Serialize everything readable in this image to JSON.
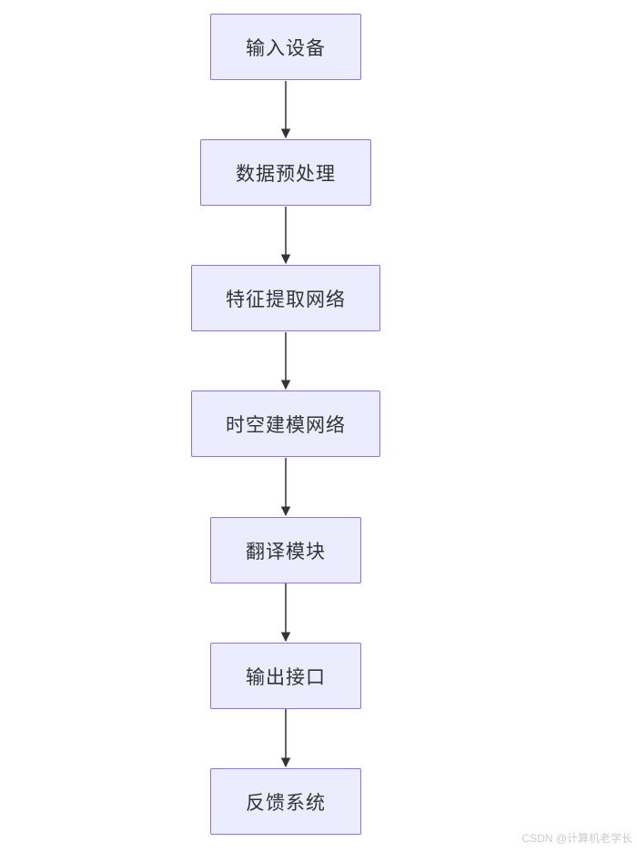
{
  "diagram": {
    "type": "flowchart",
    "direction": "top-to-bottom",
    "nodes": [
      {
        "id": "input-device",
        "label": "输入设备"
      },
      {
        "id": "data-preprocessing",
        "label": "数据预处理"
      },
      {
        "id": "feature-extraction-network",
        "label": "特征提取网络"
      },
      {
        "id": "spatiotemporal-modeling-network",
        "label": "时空建模网络"
      },
      {
        "id": "translation-module",
        "label": "翻译模块"
      },
      {
        "id": "output-interface",
        "label": "输出接口"
      },
      {
        "id": "feedback-system",
        "label": "反馈系统"
      }
    ],
    "edges": [
      {
        "from": "输入设备",
        "to": "数据预处理"
      },
      {
        "from": "数据预处理",
        "to": "特征提取网络"
      },
      {
        "from": "特征提取网络",
        "to": "时空建模网络"
      },
      {
        "from": "时空建模网络",
        "to": "翻译模块"
      },
      {
        "from": "翻译模块",
        "to": "输出接口"
      },
      {
        "from": "输出接口",
        "to": "反馈系统"
      }
    ],
    "colors": {
      "node_fill": "#ECECFF",
      "node_border": "#9370DB",
      "node_text": "#333333",
      "arrow": "#333333",
      "background": "#FFFFFF"
    }
  },
  "watermark": {
    "text": "CSDN @计算机老学长",
    "color": "#CBCBCB"
  }
}
